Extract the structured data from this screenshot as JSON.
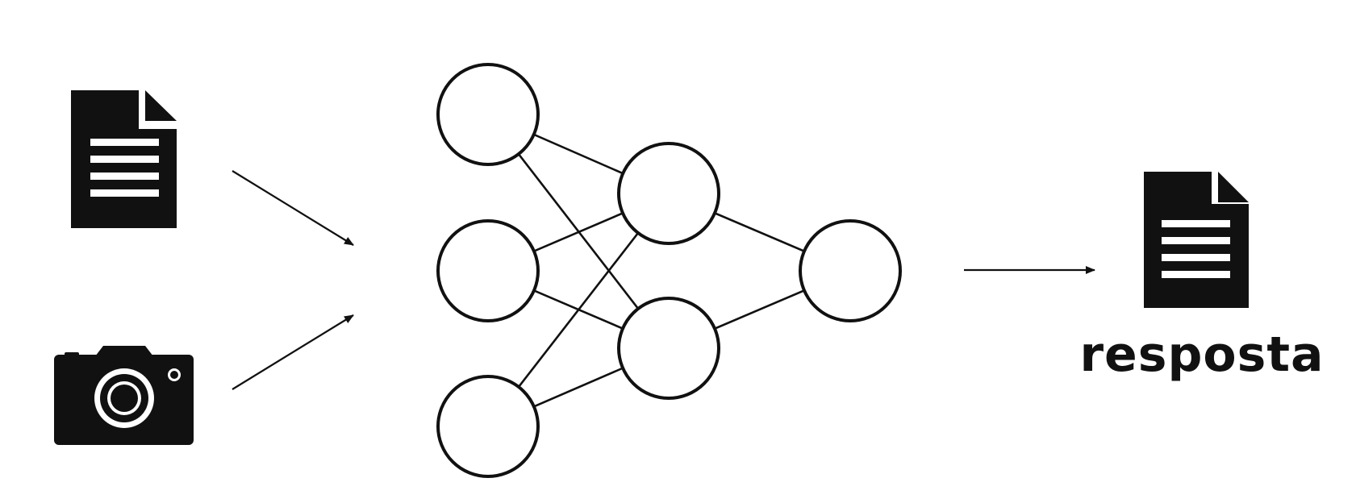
{
  "colors": {
    "ink": "#111111",
    "background": "#ffffff"
  },
  "inputs": {
    "document_icon": "document-icon",
    "camera_icon": "camera-icon"
  },
  "network": {
    "layers": [
      3,
      2,
      1
    ]
  },
  "output": {
    "document_icon": "document-icon",
    "label": "resposta"
  }
}
